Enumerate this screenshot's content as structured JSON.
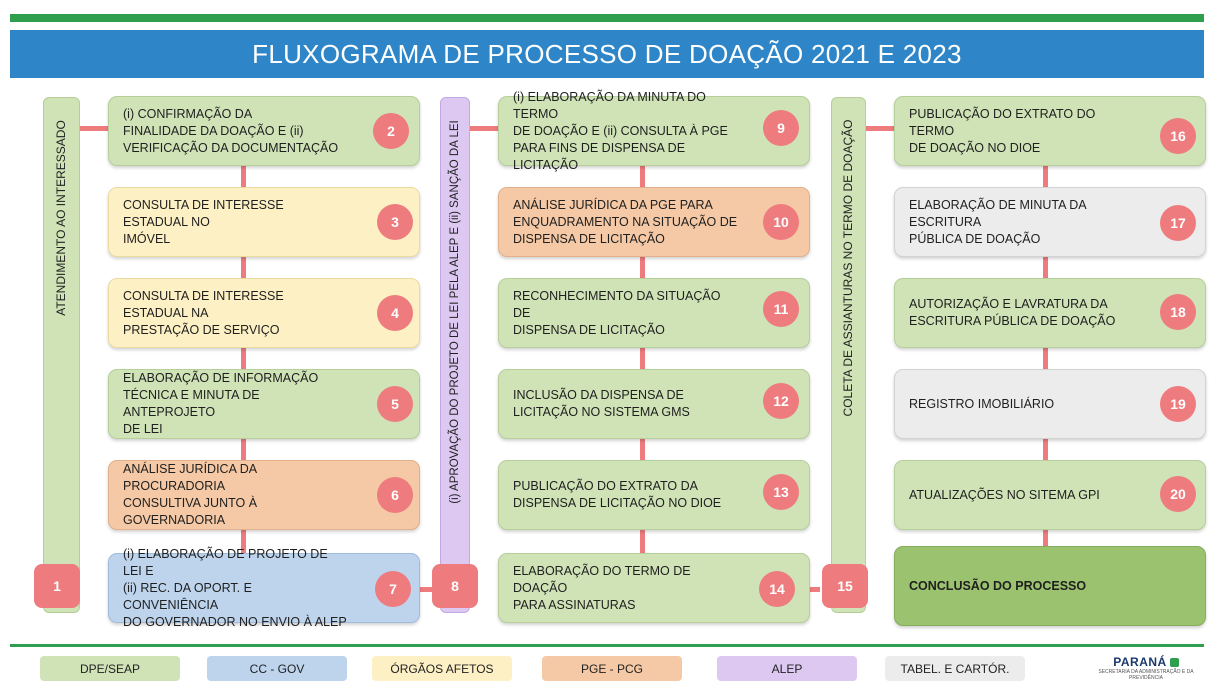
{
  "title": "FLUXOGRAMA DE PROCESSO DE DOAÇÃO 2021 E 2023",
  "columns": [
    {
      "label": "ATENDIMENTO AO INTERESSADO",
      "number": "1",
      "color": "green"
    },
    {
      "label": "(i) APROVAÇÃO DO PROJETO DE LEI PELA ALEP E (ii) SANÇÃO DA LEI",
      "number": "8",
      "color": "purple"
    },
    {
      "label": "COLETA DE ASSIANTURAS NO TERMO DE DOAÇÃO",
      "number": "15",
      "color": "green"
    }
  ],
  "steps": [
    {
      "number": "2",
      "text": "(i) CONFIRMAÇÃO DA\nFINALIDADE DA DOAÇÃO E (ii)\nVERIFICAÇÃO DA DOCUMENTAÇÃO",
      "color": "green"
    },
    {
      "number": "3",
      "text": "CONSULTA DE INTERESSE ESTADUAL NO\nIMÓVEL",
      "color": "yellow"
    },
    {
      "number": "4",
      "text": "CONSULTA DE INTERESSE ESTADUAL NA\nPRESTAÇÃO DE SERVIÇO",
      "color": "yellow"
    },
    {
      "number": "5",
      "text": "ELABORAÇÃO DE INFORMAÇÃO\nTÉCNICA E MINUTA DE ANTEPROJETO\nDE LEI",
      "color": "green"
    },
    {
      "number": "6",
      "text": "ANÁLISE JURÍDICA DA PROCURADORIA\nCONSULTIVA JUNTO À GOVERNADORIA",
      "color": "orange"
    },
    {
      "number": "7",
      "text": "(i) ELABORAÇÃO DE PROJETO DE LEI E\n(ii) REC. DA OPORT. E CONVENIÊNCIA\nDO GOVERNADOR NO ENVIO À ALEP",
      "color": "blue"
    },
    {
      "number": "9",
      "text": "(i) ELABORAÇÃO DA MINUTA DO TERMO\nDE DOAÇÃO E (ii) CONSULTA À PGE\nPARA FINS DE DISPENSA DE LICITAÇÃO",
      "color": "green"
    },
    {
      "number": "10",
      "text": "ANÁLISE JURÍDICA DA PGE PARA\nENQUADRAMENTO NA SITUAÇÃO DE\nDISPENSA DE LICITAÇÃO",
      "color": "orange"
    },
    {
      "number": "11",
      "text": "RECONHECIMENTO DA SITUAÇÃO DE\nDISPENSA DE LICITAÇÃO",
      "color": "green"
    },
    {
      "number": "12",
      "text": "INCLUSÃO DA DISPENSA DE\nLICITAÇÃO NO SISTEMA GMS",
      "color": "green"
    },
    {
      "number": "13",
      "text": "PUBLICAÇÃO DO EXTRATO DA\nDISPENSA DE LICITAÇÃO NO DIOE",
      "color": "green"
    },
    {
      "number": "14",
      "text": "ELABORAÇÃO DO TERMO DE DOAÇÃO\nPARA ASSINATURAS",
      "color": "green"
    },
    {
      "number": "16",
      "text": "PUBLICAÇÃO DO EXTRATO DO TERMO\nDE DOAÇÃO NO DIOE",
      "color": "green"
    },
    {
      "number": "17",
      "text": "ELABORAÇÃO DE MINUTA DA ESCRITURA\nPÚBLICA DE DOAÇÃO",
      "color": "gray"
    },
    {
      "number": "18",
      "text": "AUTORIZAÇÃO E LAVRATURA DA\nESCRITURA PÚBLICA DE DOAÇÃO",
      "color": "green"
    },
    {
      "number": "19",
      "text": "REGISTRO IMOBILIÁRIO",
      "color": "gray"
    },
    {
      "number": "20",
      "text": "ATUALIZAÇÕES NO SITEMA GPI",
      "color": "green"
    },
    {
      "number": "",
      "text": "CONCLUSÃO DO PROCESSO",
      "color": "darkgreen"
    }
  ],
  "legend": [
    {
      "label": "DPE/SEAP",
      "color": "#cfe3b7"
    },
    {
      "label": "CC - GOV",
      "color": "#bdd4ec"
    },
    {
      "label": "ÓRGÃOS AFETOS",
      "color": "#fdf0c4"
    },
    {
      "label": "PGE - PCG",
      "color": "#f5c9a5"
    },
    {
      "label": "ALEP",
      "color": "#ddc8f2"
    },
    {
      "label": "TABEL. E CARTÓR.",
      "color": "#ececec"
    }
  ],
  "logo": {
    "name": "PARANÁ",
    "subtitle": "SECRETARIA DA ADMINISTRAÇÃO E DA PREVIDÊNCIA"
  }
}
